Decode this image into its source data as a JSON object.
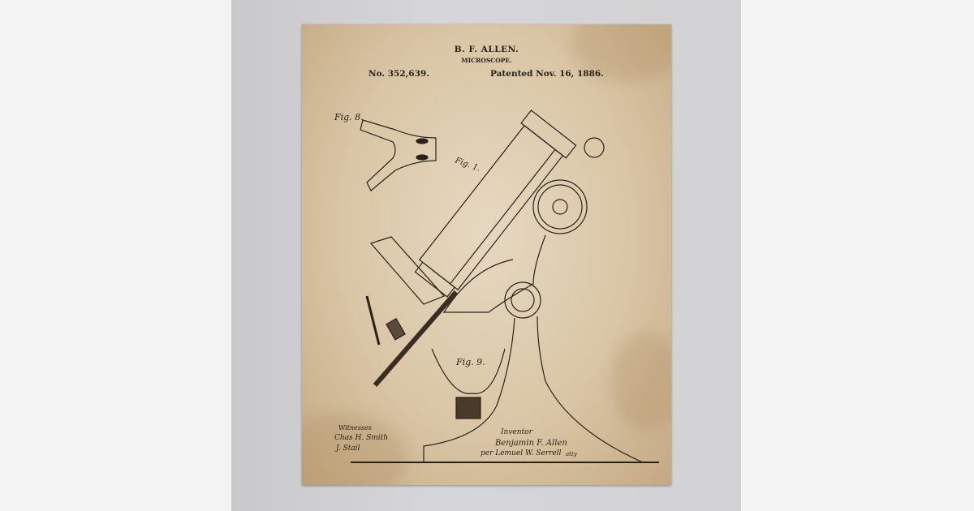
{
  "poster": {
    "inventor_header": "B. F. ALLEN.",
    "subject": "MICROSCOPE.",
    "patent_number": "No. 352,639.",
    "patent_date": "Patented Nov. 16, 1886.",
    "figure_labels": [
      "Fig. 8.",
      "Fig. 1.",
      "Fig. 9."
    ],
    "witnesses_label": "Witnesses",
    "witness_signatures": [
      "Chas H. Smith",
      "J. Stail"
    ],
    "inventor_label": "Inventor",
    "inventor_signature": "Benjamin F. Allen",
    "attorney_signature": "per Lemuel W. Serrell",
    "attorney_suffix": "atty",
    "colors": {
      "paper": "#d9c6a6",
      "ink": "#2a221a",
      "wall": "#d2d2d4",
      "background": "#f3f3f3"
    }
  }
}
